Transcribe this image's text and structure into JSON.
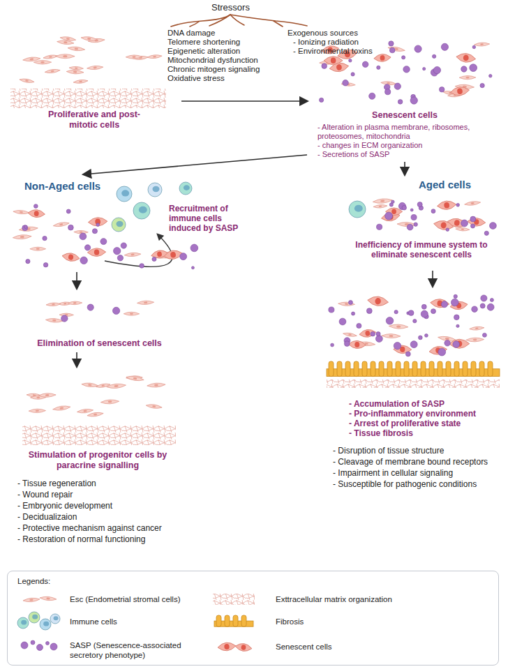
{
  "diagram": {
    "title": "Stressors",
    "nodes": [
      {
        "text": [
          "Proliferative and post-mitotic cells"
        ]
      },
      {
        "text": [
          "Senescent cells",
          "- Alteration in plasma membrane, ribosomes, proteosomes, mitochondria",
          "- changes in ECM organization",
          "- Secretions of SASP"
        ]
      },
      {
        "text": [
          "Non-Aged cells",
          "Recruitment of immune cells induced by SASP"
        ]
      },
      {
        "text": [
          "Elimination of senescent cells"
        ]
      },
      {
        "text": [
          "Stimulation of progenitor cells by paracrine signalling",
          "- Tissue regeneration",
          "- Wound repair",
          "- Embryonic development",
          "- Decidualizaion",
          "- Protective mechanism against cancer",
          "- Restoration of normal functioning"
        ]
      },
      {
        "text": [
          "Aged cells",
          "Inefficiency of immune system to eliminate senescent cells"
        ]
      },
      {
        "text": [
          "- Accumulation of SASP",
          "- Pro-inflammatory environment",
          "- Arrest of proliferative state",
          "- Tissue fibrosis",
          "- Disruption of tissue structure",
          "- Cleavage of membrane bound receptors",
          "- Impairment in cellular signaling",
          "- Susceptible for pathogenic conditions"
        ]
      }
    ],
    "edges": [
      {
        "from": 0,
        "to": 1,
        "arrow": "to"
      },
      {
        "from": 1,
        "to": 2,
        "arrow": "to"
      },
      {
        "from": 1,
        "to": 5,
        "arrow": "to"
      },
      {
        "from": 2,
        "to": 3,
        "arrow": "to"
      },
      {
        "from": 3,
        "to": 4,
        "arrow": "to"
      },
      {
        "from": 5,
        "to": 6,
        "arrow": "to"
      }
    ],
    "labels": [
      "DNA damage",
      "Telomere shortening",
      "Epigenetic alteration",
      "Mitochondrial dysfunction",
      "Chronic mitogen signaling",
      "Oxidative stress",
      "Exogenous sources",
      "- Ionizing radiation",
      "- Environmental toxins",
      "Legends:"
    ],
    "legend": [
      {
        "text": "Esc (Endometrial stromal cells)"
      },
      {
        "text": "Exttracellular matrix organization"
      },
      {
        "text": "Immune cells"
      },
      {
        "text": "Fibrosis"
      },
      {
        "text": "SASP (Senescence-associated secretory phenotype)"
      },
      {
        "text": "Senescent cells"
      }
    ]
  }
}
